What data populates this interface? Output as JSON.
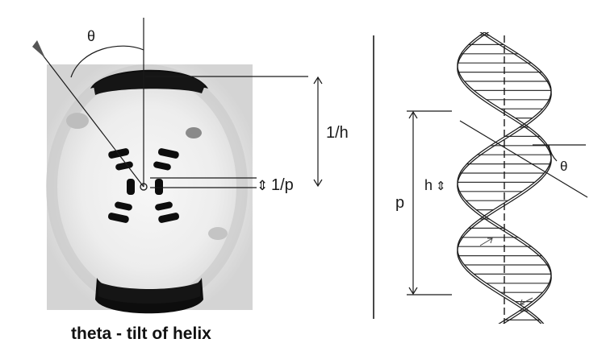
{
  "diffraction": {
    "theta_label": "θ",
    "label_1h": "1/h",
    "label_1p": "1/p"
  },
  "helix": {
    "label_p": "p",
    "label_h": "h",
    "theta_label": "θ"
  },
  "caption": "theta - tilt of helix",
  "colors": {
    "ink": "#1a1a1a",
    "pattern_dark": "#0d0d0d",
    "pattern_bg": "#e9e9e9"
  }
}
